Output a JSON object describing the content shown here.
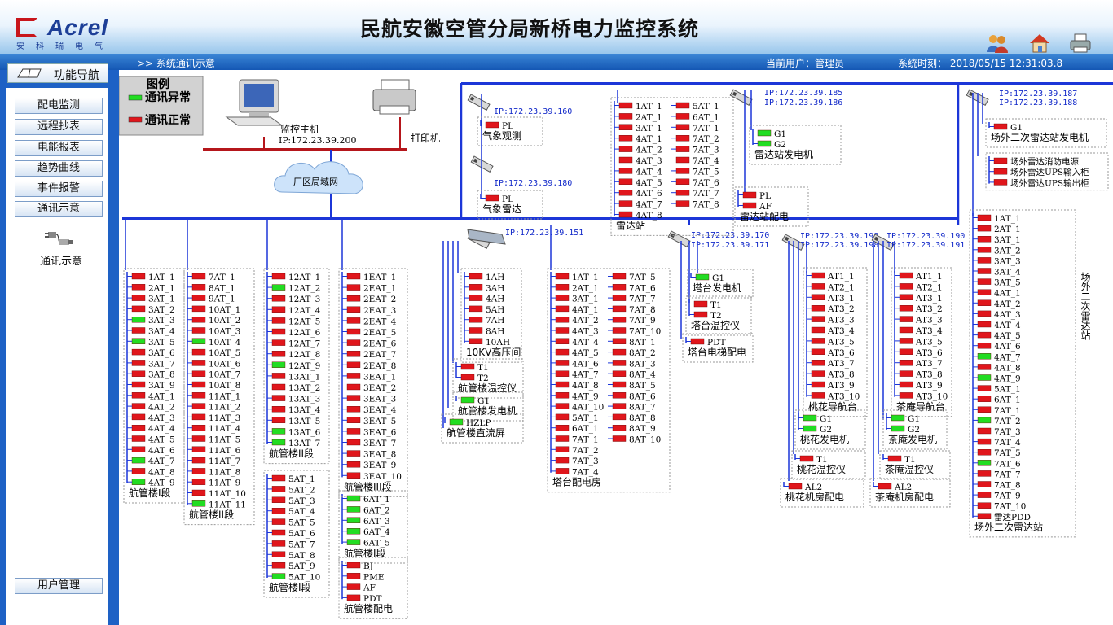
{
  "header": {
    "title": "民航安徽空管分局新桥电力监控系统",
    "logo_text": "Acrel",
    "logo_sub": "安科瑞电气",
    "breadcrumb": ">>  系统通讯示意",
    "current_user": "当前用户：管理员",
    "system_time": "系统时刻： 2018/05/15    12:31:03.8"
  },
  "sidebar": {
    "nav_title": "功能导航",
    "items": [
      "配电监测",
      "远程抄表",
      "电能报表",
      "趋势曲线",
      "事件报警",
      "通讯示意"
    ],
    "comm_label": "通讯示意",
    "user_mgmt": "用户管理"
  },
  "legend": {
    "title": "图例",
    "abnormal": "通讯异常",
    "normal": "通讯正常"
  },
  "colors": {
    "normal": "#e0161c",
    "abnormal": "#22dd22",
    "bus": "#1c36d8",
    "lan": "#b5161b",
    "sidebar": "#1e61c5"
  },
  "network": {
    "host_label": "监控主机",
    "host_ip": "IP:172.23.39.200",
    "printer": "打印机",
    "lan": "厂区局域网"
  },
  "gateways": {
    "g151": "IP:172.23.39.151",
    "g160": "IP:172.23.39.160",
    "g180": "IP:172.23.39.180",
    "g185": "IP:172.23.39.185",
    "g186": "IP:172.23.39.186",
    "g187": "IP:172.23.39.187",
    "g188": "IP:172.23.39.188",
    "g170": "IP:172.23.39.170",
    "g171": "IP:172.23.39.171",
    "g198a": "IP:172.23.39.198",
    "g198b": "IP:172.23.39.198",
    "g190": "IP:172.23.39.190",
    "g191": "IP:172.23.39.191"
  },
  "groups": [
    {
      "id": "hgl1",
      "title": "航管楼I段",
      "items": [
        "1AT_1",
        "2AT_1",
        "3AT_1",
        "3AT_2",
        "3AT_3",
        "3AT_4",
        "3AT_5",
        "3AT_6",
        "3AT_7",
        "3AT_8",
        "3AT_9",
        "4AT_1",
        "4AT_2",
        "4AT_3",
        "4AT_4",
        "4AT_5",
        "4AT_6",
        "4AT_7",
        "4AT_8",
        "4AT_9"
      ],
      "green": [
        4,
        6,
        17,
        19
      ]
    },
    {
      "id": "hgl2b",
      "title": "航管楼II段",
      "items": [
        "7AT_1",
        "8AT_1",
        "9AT_1",
        "10AT_1",
        "10AT_2",
        "10AT_3",
        "10AT_4",
        "10AT_5",
        "10AT_6",
        "10AT_7",
        "10AT_8",
        "11AT_1",
        "11AT_2",
        "11AT_3",
        "11AT_4",
        "11AT_5",
        "11AT_6",
        "11AT_7",
        "11AT_8",
        "11AT_9",
        "11AT_10",
        "11AT_11"
      ],
      "green": [
        6,
        21
      ]
    },
    {
      "id": "hgl2",
      "title": "航管楼II段",
      "items": [
        "12AT_1",
        "12AT_2",
        "12AT_3",
        "12AT_4",
        "12AT_5",
        "12AT_6",
        "12AT_7",
        "12AT_8",
        "12AT_9",
        "13AT_1",
        "13AT_2",
        "13AT_3",
        "13AT_4",
        "13AT_5",
        "13AT_6",
        "13AT_7"
      ],
      "green": [
        1,
        8,
        14,
        15
      ]
    },
    {
      "id": "hgl1b",
      "title": "航管楼I段",
      "items": [
        "5AT_1",
        "5AT_2",
        "5AT_3",
        "5AT_4",
        "5AT_5",
        "5AT_6",
        "5AT_7",
        "5AT_8",
        "5AT_9",
        "5AT_10"
      ],
      "green": [
        9
      ]
    },
    {
      "id": "hgl3",
      "title": "航管楼III段",
      "items": [
        "1EAT_1",
        "2EAT_1",
        "2EAT_2",
        "2EAT_3",
        "2EAT_4",
        "2EAT_5",
        "2EAT_6",
        "2EAT_7",
        "2EAT_8",
        "3EAT_1",
        "3EAT_2",
        "3EAT_3",
        "3EAT_4",
        "3EAT_5",
        "3EAT_6",
        "3EAT_7",
        "3EAT_8",
        "3EAT_9",
        "3EAT_10"
      ],
      "green": []
    },
    {
      "id": "hgl1c",
      "title": "航管楼I段",
      "items": [
        "6AT_1",
        "6AT_2",
        "6AT_3",
        "6AT_4",
        "6AT_5"
      ],
      "green": [
        0,
        1,
        2,
        3,
        4
      ]
    },
    {
      "id": "hglpd",
      "title": "航管楼配电",
      "items": [
        "BJ",
        "PME",
        "AF",
        "PDT"
      ],
      "green": []
    },
    {
      "id": "gyj",
      "title": "10KV高压间",
      "items": [
        "1AH",
        "3AH",
        "4AH",
        "5AH",
        "7AH",
        "8AH",
        "10AH"
      ],
      "green": []
    },
    {
      "id": "hglwk",
      "title": "航管楼温控仪",
      "items": [
        "T1",
        "T2"
      ],
      "green": []
    },
    {
      "id": "hglfd",
      "title": "航管楼发电机",
      "items": [
        "G1"
      ],
      "green": [
        0
      ]
    },
    {
      "id": "hglzl",
      "title": "航管楼直流屏",
      "items": [
        "HZLP"
      ],
      "green": [
        0
      ]
    },
    {
      "id": "ttpd",
      "title": "塔台配电房",
      "items": [
        "1AT_1",
        "2AT_1",
        "3AT_1",
        "4AT_1",
        "4AT_2",
        "4AT_3",
        "4AT_4",
        "4AT_5",
        "4AT_6",
        "4AT_7",
        "4AT_8",
        "4AT_9",
        "4AT_10",
        "5AT_1",
        "6AT_1",
        "7AT_1",
        "7AT_2",
        "7AT_3",
        "7AT_4",
        "7AT_5",
        "7AT_6",
        "7AT_7",
        "7AT_8",
        "7AT_9",
        "7AT_10",
        "8AT_1",
        "8AT_2",
        "8AT_3",
        "8AT_4",
        "8AT_5",
        "8AT_6",
        "8AT_7",
        "8AT_8",
        "8AT_9",
        "8AT_10"
      ],
      "green": []
    },
    {
      "id": "ttfd",
      "title": "塔台发电机",
      "items": [
        "G1"
      ],
      "green": [
        0
      ]
    },
    {
      "id": "ttwk",
      "title": "塔台温控仪",
      "items": [
        "T1",
        "T2"
      ],
      "green": []
    },
    {
      "id": "ttdt",
      "title": "塔台电梯配电",
      "items": [
        "PDT"
      ],
      "green": []
    },
    {
      "id": "thdh",
      "title": "桃花导航台",
      "items": [
        "AT1_1",
        "AT2_1",
        "AT3_1",
        "AT3_2",
        "AT3_3",
        "AT3_4",
        "AT3_5",
        "AT3_6",
        "AT3_7",
        "AT3_8",
        "AT3_9",
        "AT3_10"
      ],
      "green": []
    },
    {
      "id": "thfd",
      "title": "桃花发电机",
      "items": [
        "G1",
        "G2"
      ],
      "green": [
        0,
        1
      ]
    },
    {
      "id": "thwk",
      "title": "桃花温控仪",
      "items": [
        "T1"
      ],
      "green": []
    },
    {
      "id": "thjf",
      "title": "桃花机房配电",
      "items": [
        "AL2"
      ],
      "green": []
    },
    {
      "id": "cadh",
      "title": "茶庵导航台",
      "items": [
        "AT1_1",
        "AT2_1",
        "AT3_1",
        "AT3_2",
        "AT3_3",
        "AT3_4",
        "AT3_5",
        "AT3_6",
        "AT3_7",
        "AT3_8",
        "AT3_9",
        "AT3_10"
      ],
      "green": []
    },
    {
      "id": "cafd",
      "title": "茶庵发电机",
      "items": [
        "G1",
        "G2"
      ],
      "green": [
        0,
        1
      ]
    },
    {
      "id": "cawk",
      "title": "茶庵温控仪",
      "items": [
        "T1"
      ],
      "green": []
    },
    {
      "id": "cajf",
      "title": "茶庵机房配电",
      "items": [
        "AL2"
      ],
      "green": []
    },
    {
      "id": "qxgc",
      "title": "气象观测",
      "items": [
        "PL"
      ],
      "green": []
    },
    {
      "id": "qxld",
      "title": "气象雷达",
      "items": [
        "PL"
      ],
      "green": []
    },
    {
      "id": "ldz",
      "title": "雷达站",
      "items": [
        "1AT_1",
        "2AT_1",
        "3AT_1",
        "4AT_1",
        "4AT_2",
        "4AT_3",
        "4AT_4",
        "4AT_5",
        "4AT_6",
        "4AT_7",
        "4AT_8",
        "5AT_1",
        "6AT_1",
        "7AT_1",
        "7AT_2",
        "7AT_3",
        "7AT_4",
        "7AT_5",
        "7AT_6",
        "7AT_7",
        "7AT_8"
      ],
      "green": []
    },
    {
      "id": "ldzfd",
      "title": "雷达站发电机",
      "items": [
        "G1",
        "G2"
      ],
      "green": [
        0,
        1
      ]
    },
    {
      "id": "ldzpd",
      "title": "雷达站配电",
      "items": [
        "PL",
        "AF"
      ],
      "green": []
    },
    {
      "id": "cwfd",
      "title": "场外二次雷达站发电机",
      "items": [
        "G1"
      ],
      "green": []
    },
    {
      "id": "cwpw",
      "title": "",
      "items": [
        "场外雷达消防电源",
        "场外雷达UPS输入柜",
        "场外雷达UPS输出柜"
      ],
      "green": []
    },
    {
      "id": "cwld",
      "title": "场外二次雷达站",
      "items": [
        "1AT_1",
        "2AT_1",
        "3AT_1",
        "3AT_2",
        "3AT_3",
        "3AT_4",
        "3AT_5",
        "4AT_1",
        "4AT_2",
        "4AT_3",
        "4AT_4",
        "4AT_5",
        "4AT_6",
        "4AT_7",
        "4AT_8",
        "4AT_9",
        "5AT_1",
        "6AT_1",
        "7AT_1",
        "7AT_2",
        "7AT_3",
        "7AT_4",
        "7AT_5",
        "7AT_6",
        "7AT_7",
        "7AT_8",
        "7AT_9",
        "7AT_10",
        "雷达PDD"
      ],
      "green": [
        13,
        15,
        19,
        23
      ]
    }
  ]
}
